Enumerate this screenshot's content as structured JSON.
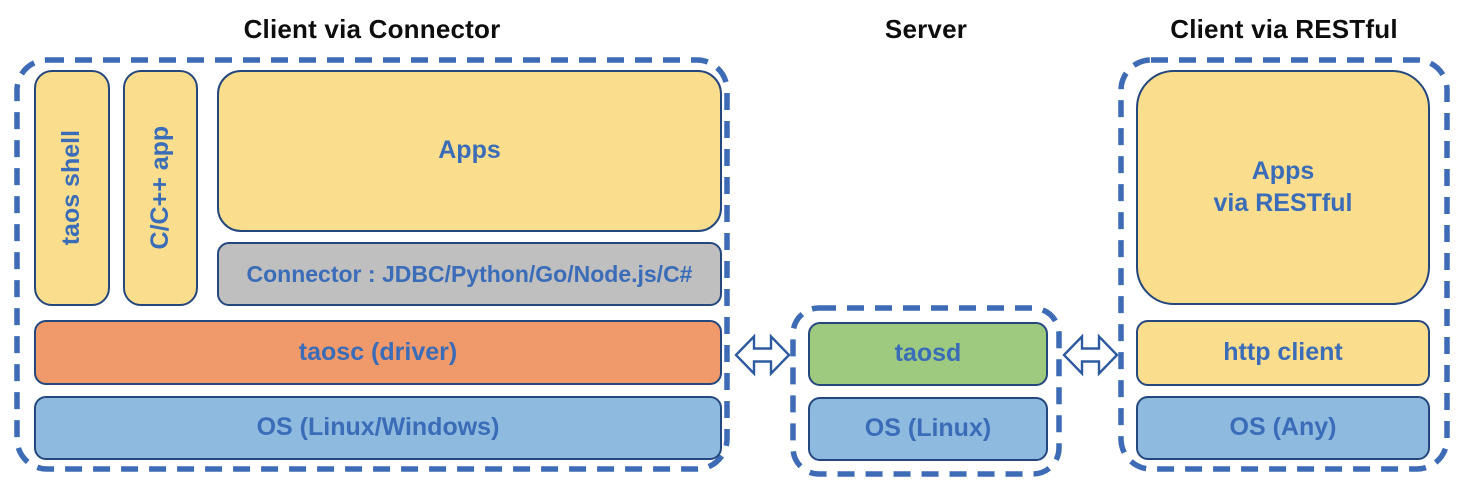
{
  "titles": {
    "left": "Client via Connector",
    "middle": "Server",
    "right": "Client via RESTful"
  },
  "client_connector": {
    "taos_shell": "taos shell",
    "cpp_app": "C/C++ app",
    "apps": "Apps",
    "connector": "Connector : JDBC/Python/Go/Node.js/C#",
    "taosc": "taosc (driver)",
    "os": "OS (Linux/Windows)"
  },
  "server": {
    "taosd": "taosd",
    "os": "OS (Linux)"
  },
  "client_restful": {
    "apps_line1": "Apps",
    "apps_line2": "via RESTful",
    "http_client": "http client",
    "os": "OS (Any)"
  },
  "icons": {
    "left_arrow": "double-headed-arrow",
    "right_arrow": "double-headed-arrow"
  },
  "colors": {
    "dashed_border": "#3D6BB5",
    "box_border": "#24477E",
    "yellow": "#FBDE8D",
    "gray": "#BFBFBF",
    "orange": "#F0996A",
    "blue": "#8FBADF",
    "green": "#9ECA7F",
    "label_blue": "#3A6CB8",
    "title_black": "#0D0D0D",
    "arrow_outline": "#2E5B9F"
  }
}
